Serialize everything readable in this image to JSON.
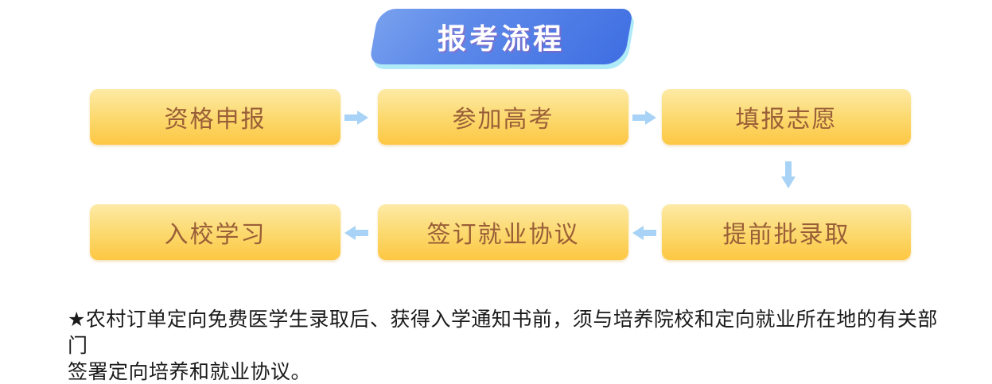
{
  "banner": {
    "title": "报考流程"
  },
  "flow": {
    "steps": [
      {
        "label": "资格申报"
      },
      {
        "label": "参加高考"
      },
      {
        "label": "填报志愿"
      },
      {
        "label": "提前批录取"
      },
      {
        "label": "签订就业协议"
      },
      {
        "label": "入校学习"
      }
    ]
  },
  "note": {
    "lines": [
      "★农村订单定向免费医学生录取后、获得入学通知书前，须与培养院校和定向就业所在地的有关部门",
      "签署定向培养和就业协议。"
    ]
  },
  "colors": {
    "banner_blue_start": "#78a0ee",
    "banner_blue_end": "#3f6ee2",
    "banner_glow": "#aeeaf8",
    "box_yellow_top": "#fdeaa6",
    "box_yellow_bottom": "#fdc743",
    "box_text_brown": "#9a5f38",
    "arrow_blue": "#a8d3f6",
    "note_text": "#1a1a1a"
  }
}
